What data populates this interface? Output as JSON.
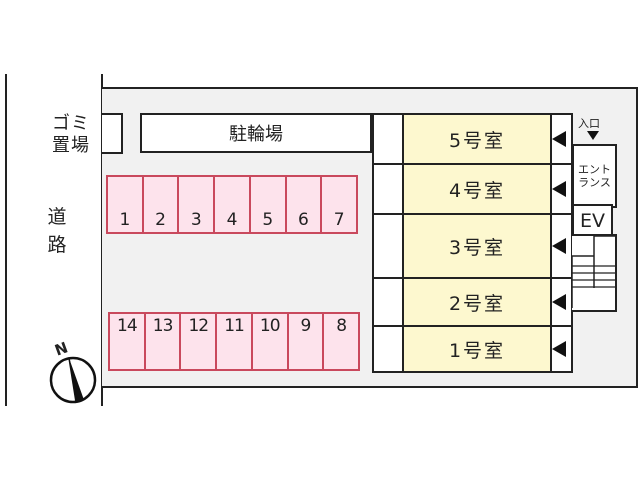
{
  "road": {
    "label_line1": "道",
    "label_line2": "路"
  },
  "garbage": {
    "label_line1": "ゴミ",
    "label_line2": "置場"
  },
  "bike_parking": {
    "label": "駐輪場"
  },
  "parking": {
    "top_row": [
      "1",
      "2",
      "3",
      "4",
      "5",
      "6",
      "7"
    ],
    "bottom_row": [
      "14",
      "13",
      "12",
      "11",
      "10",
      "9",
      "8"
    ]
  },
  "building": {
    "units": [
      {
        "label": "5号室"
      },
      {
        "label": "4号室"
      },
      {
        "label": "3号室"
      },
      {
        "label": "2号室"
      },
      {
        "label": "1号室"
      }
    ]
  },
  "entrance": {
    "entry_label": "入口",
    "label_line1": "エント",
    "label_line2": "ランス"
  },
  "elevator": {
    "label": "EV"
  },
  "compass": {
    "north_label": "N"
  },
  "colors": {
    "parking_fill": "#fde3ec",
    "parking_border": "#c9495d",
    "unit_fill": "#fdf8cf",
    "lot_fill": "#f1f1f1"
  }
}
